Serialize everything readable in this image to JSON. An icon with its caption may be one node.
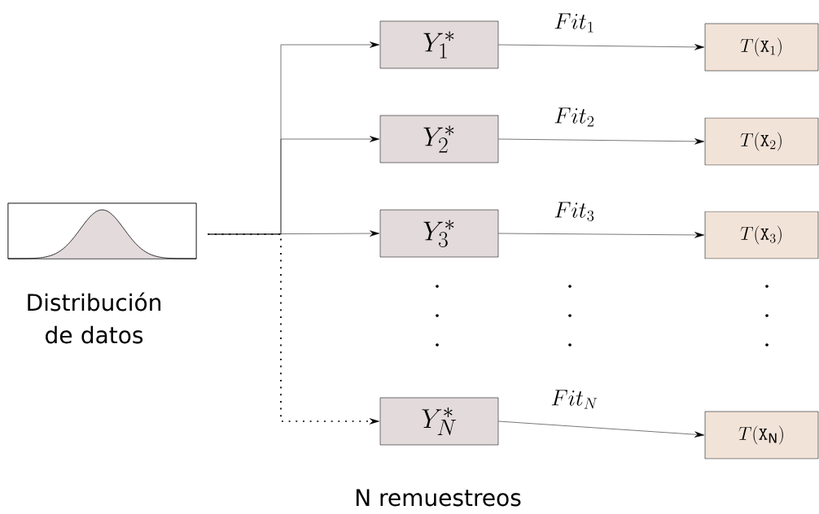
{
  "diagram": {
    "nodes": [
      {
        "text": [],
        "shape": "picture",
        "beside": [
          "Distribución de datos"
        ]
      },
      {
        "text": [
          "Y_1^*"
        ]
      },
      {
        "text": [
          "Y_2^*"
        ]
      },
      {
        "text": [
          "Y_3^*"
        ]
      },
      {
        "text": [
          "Y_N^*"
        ]
      },
      {
        "text": [
          "T(\\mathtt{X}_1)"
        ]
      },
      {
        "text": [
          "T(\\mathtt{X}_2)"
        ]
      },
      {
        "text": [
          "T(\\mathtt{X}_3)"
        ]
      },
      {
        "text": [
          "T(\\mathtt{X}_\\mathrm{N})"
        ]
      }
    ],
    "edges": [
      {
        "from": 0,
        "to": 1,
        "arrow": "to"
      },
      {
        "from": 0,
        "to": 2,
        "arrow": "to"
      },
      {
        "from": 0,
        "to": 3,
        "arrow": "to"
      },
      {
        "from": 0,
        "to": 4,
        "arrow": "to",
        "style": "dashed"
      },
      {
        "from": 1,
        "to": 5,
        "arrow": "to",
        "label": "Fit_1"
      },
      {
        "from": 2,
        "to": 6,
        "arrow": "to",
        "label": "Fit_2"
      },
      {
        "from": 3,
        "to": 7,
        "arrow": "to",
        "label": "Fit_3"
      },
      {
        "from": 4,
        "to": 8,
        "arrow": "to",
        "label": "Fit_N"
      }
    ],
    "labels": [
      "N remuestreos"
    ]
  }
}
